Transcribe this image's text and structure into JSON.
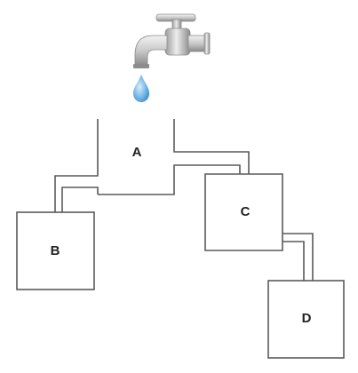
{
  "colors": {
    "stroke": "#5a5a5a",
    "water_drop_light": "#bfe0f6",
    "water_drop_dark": "#2f86c8",
    "faucet_light": "#e6e6e6",
    "faucet_dark": "#8c8c8c"
  },
  "icons": {
    "faucet": "faucet-icon",
    "drop": "water-drop-icon"
  },
  "containers": {
    "a": {
      "label": "A"
    },
    "b": {
      "label": "B"
    },
    "c": {
      "label": "C"
    },
    "d": {
      "label": "D"
    }
  }
}
